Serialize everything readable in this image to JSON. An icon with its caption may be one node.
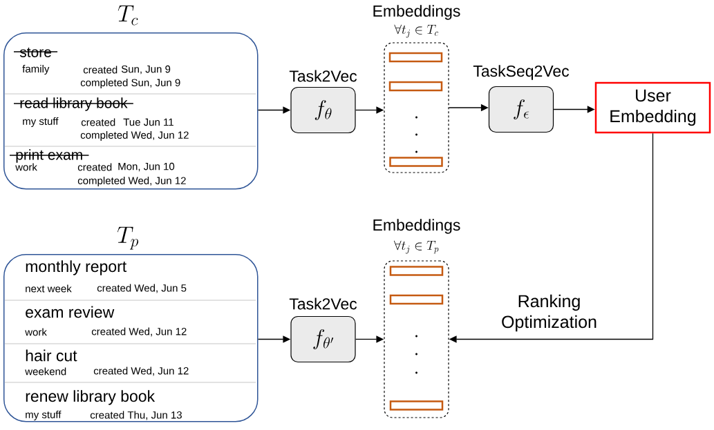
{
  "diagram": {
    "nodes": [
      {
        "text": [
          "T_c"
        ]
      },
      {
        "text": [
          "store",
          "family",
          "created",
          "Sun, Jun 9",
          "completed Sun, Jun 9"
        ],
        "in": 0
      },
      {
        "text": [
          "read library book",
          "my stuff",
          "created",
          "Tue Jun 11",
          "completed Wed, Jun 12"
        ],
        "in": 0
      },
      {
        "text": [
          "print exam",
          "work",
          "created",
          "Mon, Jun 10",
          "completed Wed, Jun 12"
        ],
        "in": 0
      },
      {
        "text": [
          "Task2Vec",
          "f_\\theta"
        ]
      },
      {
        "text": [
          "Embeddings",
          "\\forall t_j \\in T_c"
        ]
      },
      {
        "text": [],
        "shape": "bar",
        "in": 5
      },
      {
        "text": [],
        "shape": "bar",
        "in": 5
      },
      {
        "text": [],
        "shape": "bar",
        "in": 5
      },
      {
        "text": [
          "TaskSeq2Vec",
          "f_\\epsilon"
        ]
      },
      {
        "text": [
          "User Embedding"
        ]
      },
      {
        "text": [
          "T_p"
        ]
      },
      {
        "text": [
          "monthly report",
          "next week",
          "created Wed, Jun 5"
        ],
        "in": 11
      },
      {
        "text": [
          "exam review",
          "work",
          "created Wed, Jun 12"
        ],
        "in": 11
      },
      {
        "text": [
          "hair cut",
          "weekend",
          "created Wed, Jun 12"
        ],
        "in": 11
      },
      {
        "text": [
          "renew library book",
          "my stuff",
          "created Thu, Jun 13"
        ],
        "in": 11
      },
      {
        "text": [
          "Task2Vec",
          "f_{\\theta'}"
        ]
      },
      {
        "text": [
          "Embeddings",
          "\\forall t_j \\in T_p"
        ]
      },
      {
        "text": [],
        "shape": "bar",
        "in": 17
      },
      {
        "text": [],
        "shape": "bar",
        "in": 17
      },
      {
        "text": [],
        "shape": "bar",
        "in": 17
      }
    ],
    "edges": [
      {
        "from": 0,
        "to": 4,
        "arrow": "to"
      },
      {
        "from": 4,
        "to": 5,
        "arrow": "to"
      },
      {
        "from": 5,
        "to": 9,
        "arrow": "to"
      },
      {
        "from": 9,
        "to": 10,
        "arrow": "to"
      },
      {
        "from": 11,
        "to": 16,
        "arrow": "to"
      },
      {
        "from": 16,
        "to": 17,
        "arrow": "to"
      },
      {
        "from": 10,
        "to": 17,
        "arrow": "to",
        "label": "Ranking Optimization"
      }
    ]
  }
}
